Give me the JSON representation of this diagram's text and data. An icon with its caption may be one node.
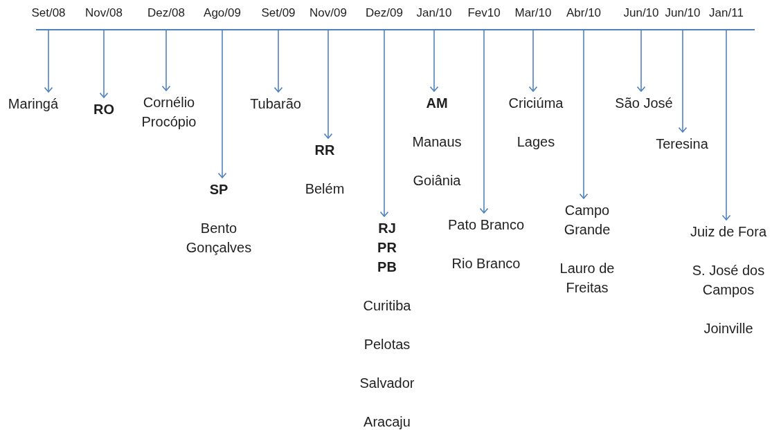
{
  "diagram": {
    "nodes": [
      {
        "text": [
          "Maringá"
        ]
      },
      {
        "text": [
          "RO"
        ]
      },
      {
        "text": [
          "Cornélio Procópio"
        ]
      },
      {
        "text": [
          "SP",
          "Bento Gonçalves"
        ]
      },
      {
        "text": [
          "Tubarão"
        ]
      },
      {
        "text": [
          "RR",
          "Belém"
        ]
      },
      {
        "text": [
          "RJ PR PB",
          "Curitiba",
          "Pelotas",
          "Salvador",
          "Aracaju"
        ]
      },
      {
        "text": [
          "AM",
          "Manaus",
          "Goiânia"
        ]
      },
      {
        "text": [
          "Pato Branco",
          "Rio Branco"
        ]
      },
      {
        "text": [
          "Criciúma",
          "Lages"
        ]
      },
      {
        "text": [
          "Campo Grande",
          "Lauro de Freitas"
        ]
      },
      {
        "text": [
          "São José"
        ]
      },
      {
        "text": [
          "Teresina"
        ]
      },
      {
        "text": [
          "Juiz de Fora",
          "S. José dos Campos",
          "Joinville"
        ]
      }
    ],
    "edges": [
      {
        "from": null,
        "to": 0,
        "arrow": "to"
      },
      {
        "from": null,
        "to": 1,
        "arrow": "to"
      },
      {
        "from": null,
        "to": 2,
        "arrow": "to"
      },
      {
        "from": null,
        "to": 3,
        "arrow": "to"
      },
      {
        "from": null,
        "to": 4,
        "arrow": "to"
      },
      {
        "from": null,
        "to": 5,
        "arrow": "to"
      },
      {
        "from": null,
        "to": 6,
        "arrow": "to"
      },
      {
        "from": null,
        "to": 7,
        "arrow": "to"
      },
      {
        "from": null,
        "to": 8,
        "arrow": "to"
      },
      {
        "from": null,
        "to": 9,
        "arrow": "to"
      },
      {
        "from": null,
        "to": 10,
        "arrow": "to"
      },
      {
        "from": null,
        "to": 11,
        "arrow": "to"
      },
      {
        "from": null,
        "to": 12,
        "arrow": "to"
      },
      {
        "from": null,
        "to": 13,
        "arrow": "to"
      }
    ],
    "labels": [
      "Set/08",
      "Nov/08",
      "Dez/08",
      "Ago/09",
      "Set/09",
      "Nov/09",
      "Dez/09",
      "Jan/10",
      "Fev10",
      "Mar/10",
      "Abr/10",
      "Jun/10",
      "Jun/10",
      "Jan/11"
    ]
  }
}
